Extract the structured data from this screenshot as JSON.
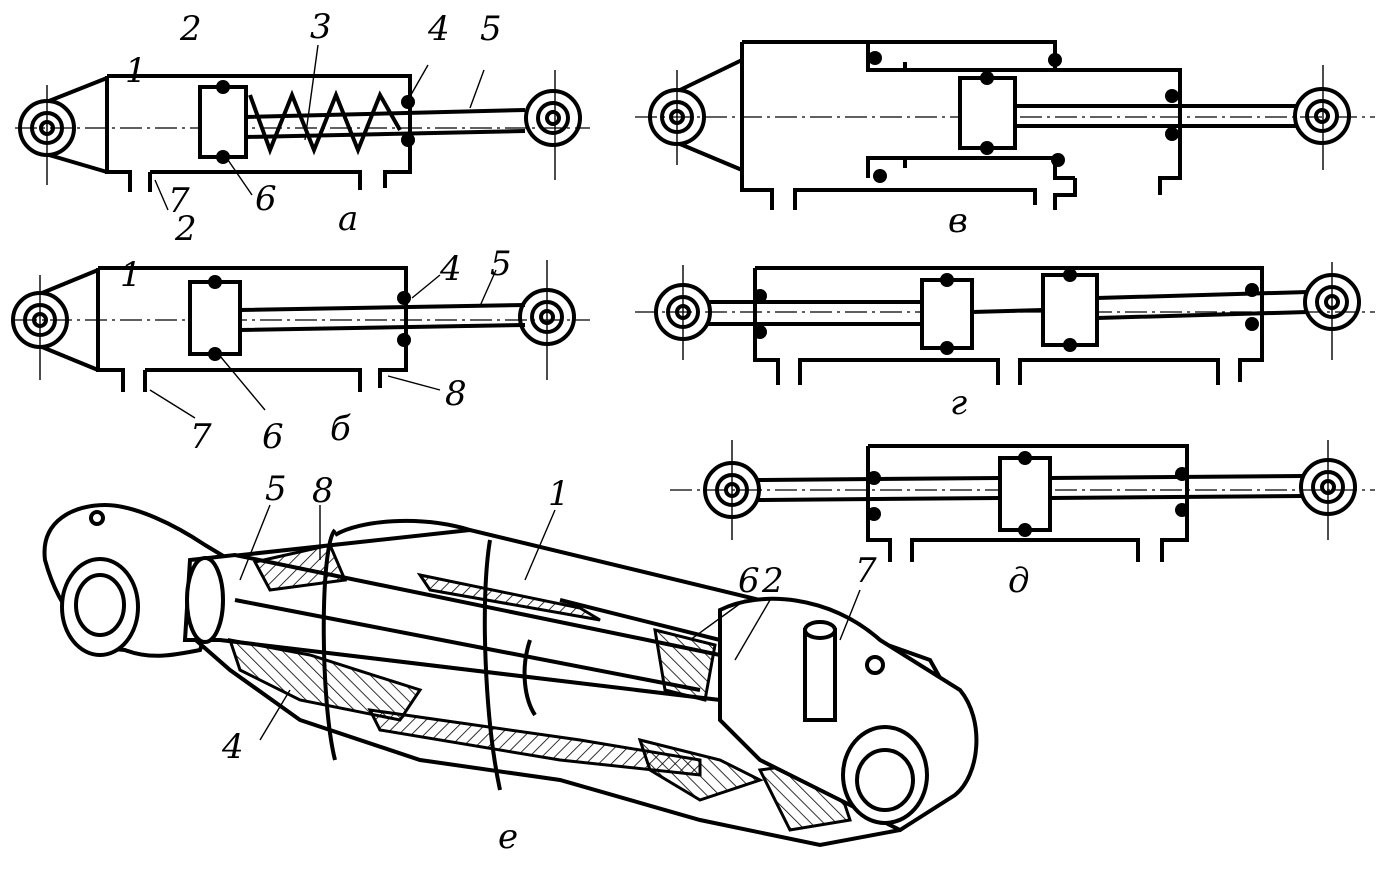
{
  "diagram": {
    "panel_a": {
      "caption": "а",
      "labels": [
        "1",
        "2",
        "3",
        "4",
        "5",
        "6",
        "7"
      ]
    },
    "panel_b": {
      "caption": "б",
      "labels": [
        "1",
        "2",
        "4",
        "5",
        "6",
        "7",
        "8"
      ]
    },
    "panel_v": {
      "caption": "в"
    },
    "panel_g": {
      "caption": "г"
    },
    "panel_d": {
      "caption": "д"
    },
    "panel_e": {
      "caption": "е",
      "labels": [
        "1",
        "2",
        "4",
        "5",
        "6",
        "7",
        "8"
      ]
    }
  },
  "colors": {
    "ink": "#000000",
    "paper": "#ffffff"
  }
}
